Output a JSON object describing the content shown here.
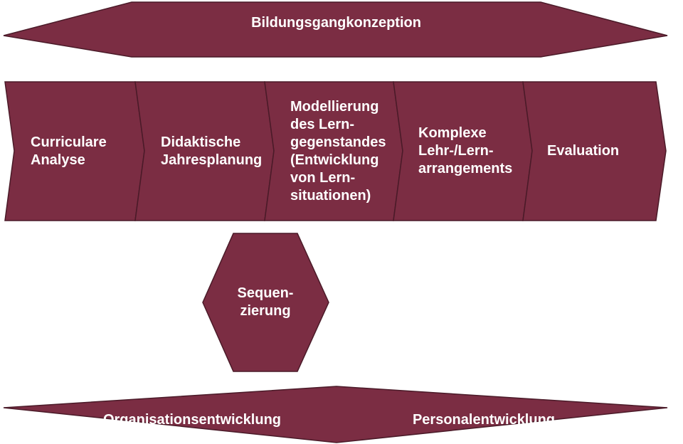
{
  "diagram": {
    "fill_color": "#7b2d43",
    "stroke_color": "#4a1a28",
    "top_banner": {
      "label": "Bildungsgangkonzeption"
    },
    "process_steps": [
      {
        "label": "Curriculare\nAnalyse"
      },
      {
        "label": "Didaktische\nJahresplanung"
      },
      {
        "label": "Modellierung\ndes Lern-\ngegenstandes\n(Entwicklung\nvon Lern-\nsituationen)"
      },
      {
        "label": "Komplexe\nLehr-/Lern-\narrangements"
      },
      {
        "label": "Evaluation"
      }
    ],
    "hexagon": {
      "label": "Sequen-\nzierung"
    },
    "bottom_banner": {
      "left_label": "Organisationsentwicklung",
      "right_label": "Personalentwicklung"
    }
  }
}
